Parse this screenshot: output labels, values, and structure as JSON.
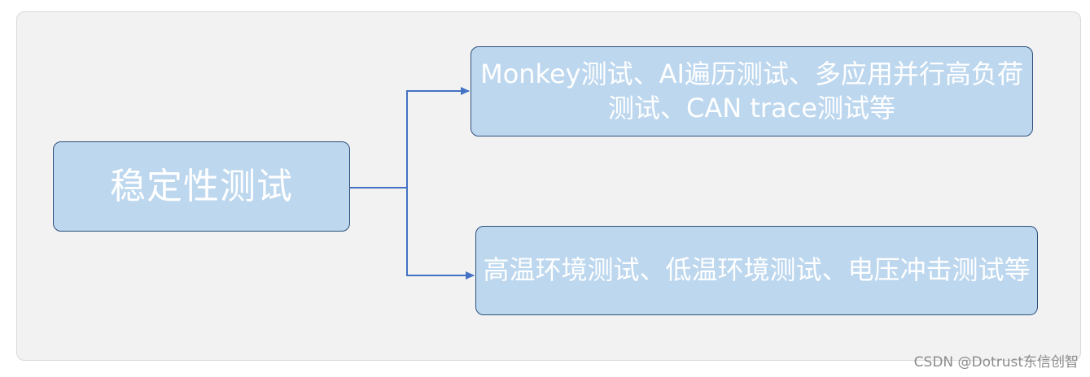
{
  "diagram": {
    "root": {
      "label": "稳定性测试"
    },
    "children": [
      {
        "label": "Monkey测试、AI遍历测试、多应用并行高负荷测试、CAN trace测试等"
      },
      {
        "label": "高温环境测试、低温环境测试、电压冲击测试等"
      }
    ]
  },
  "watermark": {
    "text": "CSDN @Dotrust东信创智"
  },
  "colors": {
    "panel_background": "#f2f2f2",
    "node_fill": "#bdd7ee",
    "node_border": "#2f4f7a",
    "connector": "#4472c4",
    "node_text": "#ffffff"
  }
}
